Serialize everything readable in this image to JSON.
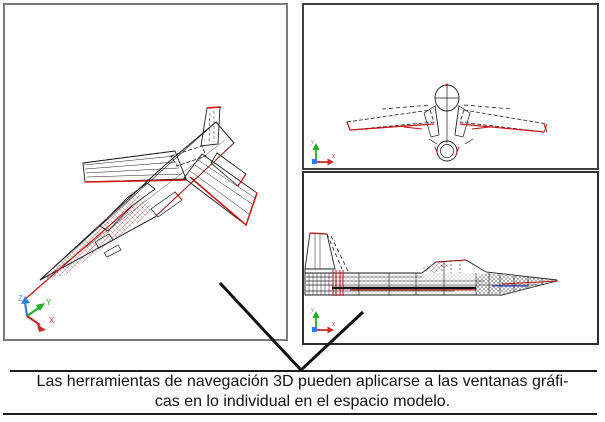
{
  "caption": {
    "line1": "Las herramientas de navegación 3D pueden aplicarse a las ventanas gráfi-",
    "line2": "cas en lo individual en el espacio modelo."
  },
  "ucs3d": {
    "x": "X",
    "y": "Y",
    "z": "Z"
  },
  "ucs2d": {
    "x": "x",
    "y": "y"
  },
  "colors": {
    "axis_x": "#cc2a2a",
    "axis_y": "#1fae1f",
    "axis_z": "#2f7fe0",
    "wireframe": "#1d1d1d",
    "accent_red": "#cc1111",
    "accent_blue": "#2233cc",
    "viewport_border_left": "#7a7a7a",
    "viewport_border_right": "#2e2e2e"
  }
}
